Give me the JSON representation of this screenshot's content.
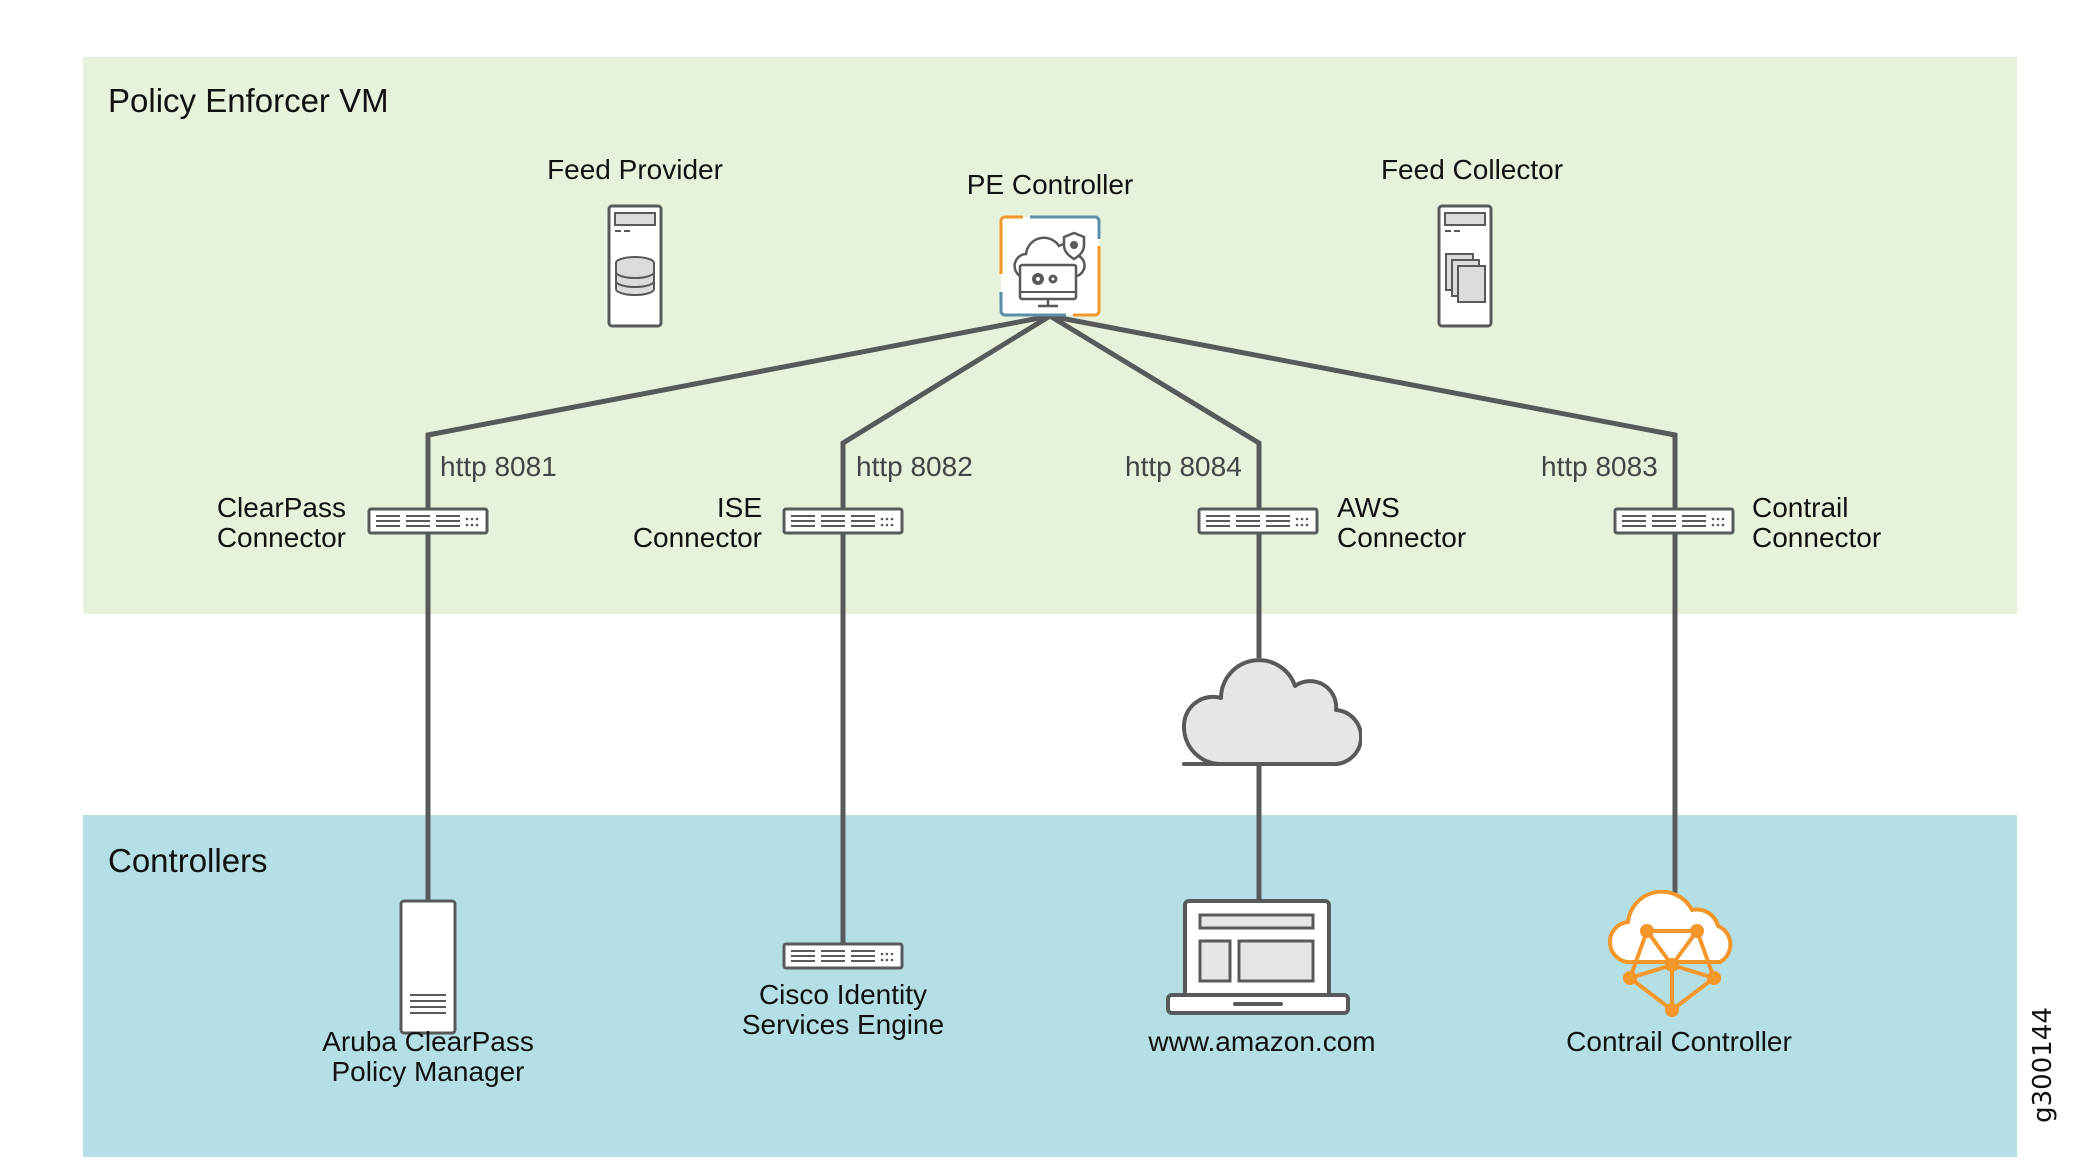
{
  "zones": {
    "policy_enforcer": {
      "title": "Policy Enforcer VM",
      "color": "#e6f2dc"
    },
    "controllers": {
      "title": "Controllers",
      "color": "#b4dfe4"
    }
  },
  "pe_components": {
    "feed_provider": "Feed Provider",
    "pe_controller": "PE Controller",
    "feed_collector": "Feed Collector"
  },
  "connectors": [
    {
      "line1": "ClearPass",
      "line2": "Connector",
      "port": "http 8081"
    },
    {
      "line1": "ISE",
      "line2": "Connector",
      "port": "http 8082"
    },
    {
      "line1": "AWS",
      "line2": "Connector",
      "port": "http 8084"
    },
    {
      "line1": "Contrail",
      "line2": "Connector",
      "port": "http 8083"
    }
  ],
  "controllers": [
    {
      "line1": "Aruba ClearPass",
      "line2": "Policy Manager"
    },
    {
      "line1": "Cisco Identity",
      "line2": "Services Engine"
    },
    {
      "line1": "www.amazon.com",
      "line2": ""
    },
    {
      "line1": "Contrail Controller",
      "line2": ""
    }
  ],
  "figure_id": "g300144",
  "colors": {
    "line": "#58595b",
    "accent_orange": "#f4972a",
    "accent_blue": "#5b8fa8"
  }
}
